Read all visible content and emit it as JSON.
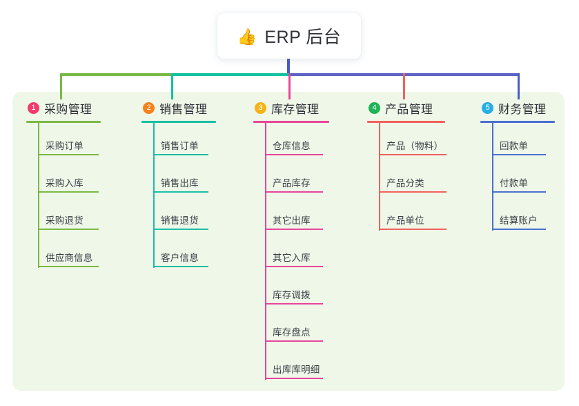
{
  "root": {
    "icon": "thumbs-up-icon",
    "icon_glyph": "👍",
    "title": "ERP 后台"
  },
  "panel": {
    "background": "#eff7e9"
  },
  "connector": {
    "trunk_color": "#4a5bc4",
    "segments": [
      {
        "name": "segment-green",
        "color": "#79b845"
      },
      {
        "name": "segment-teal",
        "color": "#13c2a0"
      },
      {
        "name": "segment-blue",
        "color": "#5b63c7"
      }
    ],
    "drops": [
      {
        "name": "drop-purchasing",
        "color": "#79b845"
      },
      {
        "name": "drop-sales",
        "color": "#13c2a0"
      },
      {
        "name": "drop-inventory",
        "color": "#e8459a"
      },
      {
        "name": "drop-product",
        "color": "#f2615a"
      },
      {
        "name": "drop-finance",
        "color": "#4a5bc4"
      }
    ]
  },
  "columns": [
    {
      "key": "purchasing",
      "number": "1",
      "title": "采购管理",
      "badge_color": "#f23b6c",
      "line_color": "#7cb944",
      "items": [
        {
          "label": "采购订单"
        },
        {
          "label": "采购入库"
        },
        {
          "label": "采购退货"
        },
        {
          "label": "供应商信息"
        }
      ]
    },
    {
      "key": "sales",
      "number": "2",
      "title": "销售管理",
      "badge_color": "#f7821b",
      "line_color": "#17c0a5",
      "items": [
        {
          "label": "销售订单"
        },
        {
          "label": "销售出库"
        },
        {
          "label": "销售退货"
        },
        {
          "label": "客户信息"
        }
      ]
    },
    {
      "key": "inventory",
      "number": "3",
      "title": "库存管理",
      "badge_color": "#f5b317",
      "line_color": "#e8459a",
      "items": [
        {
          "label": "仓库信息"
        },
        {
          "label": "产品库存"
        },
        {
          "label": "其它出库"
        },
        {
          "label": "其它入库"
        },
        {
          "label": "库存调拨"
        },
        {
          "label": "库存盘点"
        },
        {
          "label": "出库库明细"
        }
      ]
    },
    {
      "key": "product",
      "number": "4",
      "title": "产品管理",
      "badge_color": "#20b256",
      "line_color": "#f2615a",
      "items": [
        {
          "label": "产品（物料）"
        },
        {
          "label": "产品分类"
        },
        {
          "label": "产品单位"
        }
      ]
    },
    {
      "key": "finance",
      "number": "5",
      "title": "财务管理",
      "badge_color": "#26aee6",
      "line_color": "#4a6fd0",
      "items": [
        {
          "label": "回款单"
        },
        {
          "label": "付款单"
        },
        {
          "label": "结算账户"
        }
      ]
    }
  ]
}
